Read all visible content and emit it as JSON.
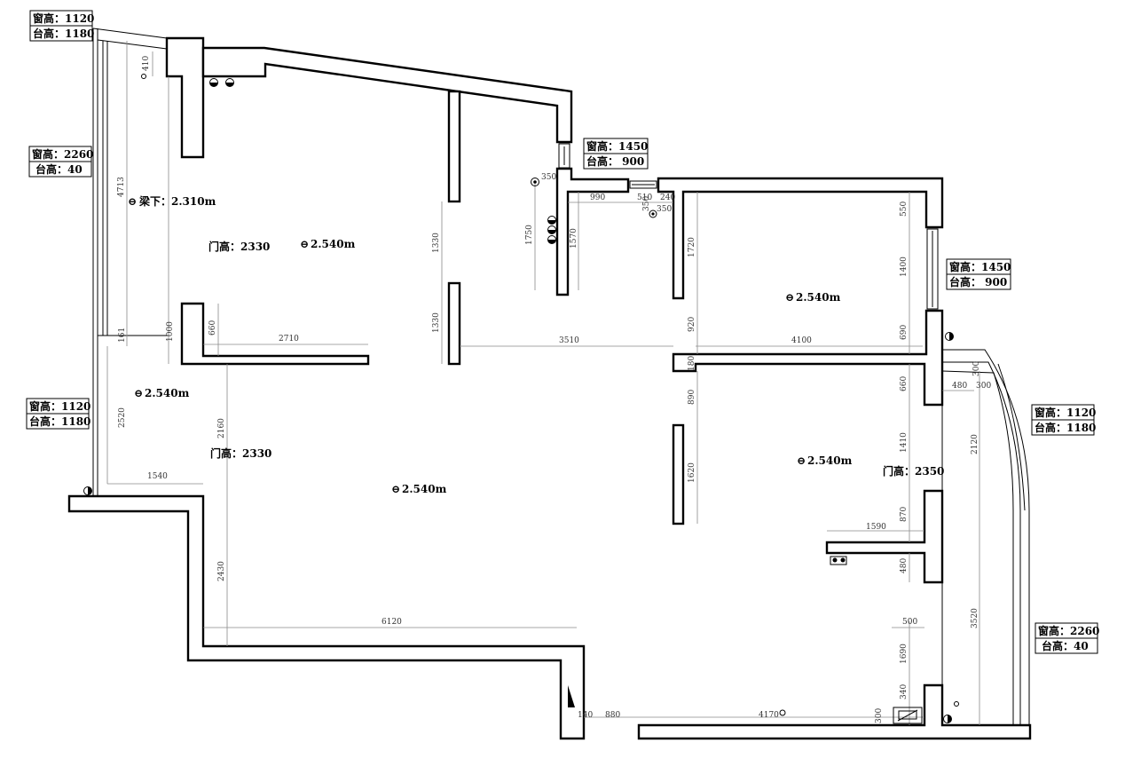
{
  "window_boxes": [
    {
      "id": "wb-top-left",
      "lines": [
        "窗高：1120",
        "台高：1180"
      ]
    },
    {
      "id": "wb-left-mid",
      "lines": [
        "窗高：2260",
        "台高：40"
      ]
    },
    {
      "id": "wb-left-low",
      "lines": [
        "窗高：1120",
        "台高：1180"
      ]
    },
    {
      "id": "wb-top-center",
      "lines": [
        "窗高：1450",
        "台高：  900"
      ]
    },
    {
      "id": "wb-right-upper",
      "lines": [
        "窗高：1450",
        "台高：  900"
      ]
    },
    {
      "id": "wb-right-mid",
      "lines": [
        "窗高：1120",
        "台高：1180"
      ]
    },
    {
      "id": "wb-right-low",
      "lines": [
        "窗高：2260",
        "台高：40"
      ]
    }
  ],
  "room_labels": {
    "beam_under": "梁下：2.310m",
    "door_height_a": "门高：2330",
    "door_height_b": "门高：2330",
    "door_height_c": "门高：2350",
    "ceiling_left": "2.540m",
    "ceiling_upper_center": "2.540m",
    "ceiling_main": "2.540m",
    "ceiling_right_upper": "2.540m",
    "ceiling_right_lower": "2.540m"
  },
  "dimensions": {
    "d410": "410",
    "d4713": "4713",
    "d1000": "1000",
    "d161": "161",
    "d2520": "2520",
    "d1540": "1540",
    "d660a": "660",
    "d2710": "2710",
    "d2160": "2160",
    "d2430": "2430",
    "d6120": "6120",
    "d1330a": "1330",
    "d1330b": "1330",
    "d3510": "3510",
    "d350a": "350",
    "d1750": "1750",
    "d1570": "1570",
    "d990": "990",
    "d510": "510",
    "d240": "240",
    "d350b": "350",
    "d350c": "350",
    "d1720": "1720",
    "d920": "920",
    "d180": "180",
    "d890": "890",
    "d1620": "1620",
    "d4100": "4100",
    "d550": "550",
    "d1400": "1400",
    "d690": "690",
    "d660b": "660",
    "d480a": "480",
    "d300a": "300",
    "d300b": "300",
    "d2120": "2120",
    "d1410": "1410",
    "d870": "870",
    "d1590": "1590",
    "d480b": "480",
    "d500": "500",
    "d3520": "3520",
    "d1690": "1690",
    "d340": "340",
    "d300c": "300",
    "d140": "140",
    "d880": "880",
    "d4170": "4170"
  }
}
